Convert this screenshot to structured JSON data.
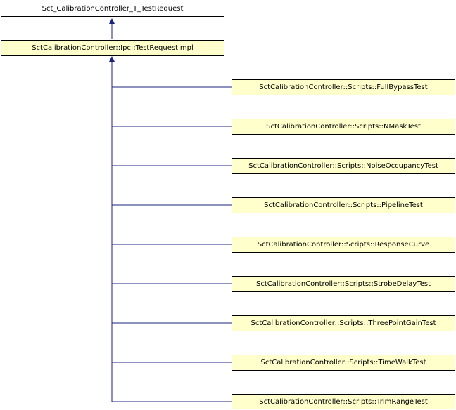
{
  "diagram": {
    "root": {
      "label": "Sct_CalibrationController_T_TestRequest"
    },
    "parent": {
      "label": "SctCalibrationController::Ipc::TestRequestImpl"
    },
    "children": [
      {
        "label": "SctCalibrationController::Scripts::FullBypassTest"
      },
      {
        "label": "SctCalibrationController::Scripts::NMaskTest"
      },
      {
        "label": "SctCalibrationController::Scripts::NoiseOccupancyTest"
      },
      {
        "label": "SctCalibrationController::Scripts::PipelineTest"
      },
      {
        "label": "SctCalibrationController::Scripts::ResponseCurve"
      },
      {
        "label": "SctCalibrationController::Scripts::StrobeDelayTest"
      },
      {
        "label": "SctCalibrationController::Scripts::ThreePointGainTest"
      },
      {
        "label": "SctCalibrationController::Scripts::TimeWalkTest"
      },
      {
        "label": "SctCalibrationController::Scripts::TrimRangeTest"
      }
    ],
    "colors": {
      "edge": "#1a237e",
      "derived_fill": "#ffffcc",
      "base_fill": "#ffffff",
      "border": "#000000"
    }
  }
}
